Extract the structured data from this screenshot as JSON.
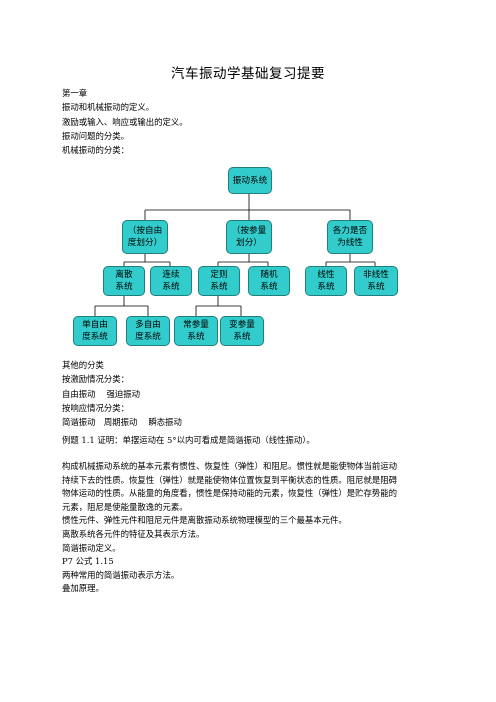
{
  "title": "汽车振动学基础复习提要",
  "intro": [
    "第一章",
    "振动和机械振动的定义。",
    "激励或输入、响应或输出的定义。",
    "振动问题的分类。",
    "机械振动的分类："
  ],
  "diagram": {
    "root": "振动系统",
    "level1": [
      "（按自由\n度划分）",
      "（按参量\n划分）",
      "各力是否\n为线性"
    ],
    "level2": [
      "离散\n系统",
      "连续\n系统",
      "定则\n系统",
      "随机\n系统",
      "线性\n系统",
      "非线性\n系统"
    ],
    "level3": [
      "单自由\n度系统",
      "多自由\n度系统",
      "常参量\n系统",
      "变参量\n系统"
    ]
  },
  "other": [
    "其他的分类",
    "按激励情况分类：",
    "自由振动　 强迫振动",
    "按响应情况分类：",
    "简谐振动　周期振动　 瞬态振动"
  ],
  "example": "例题 1.1  证明：单摆运动在 5°以内可看成是简谐振动（线性振动）。",
  "para": [
    "构成机械振动系统的基本元素有惯性、恢复性（弹性）和阻尼。惯性就是能使物体当前运动",
    "持续下去的性质。恢复性（弹性）就是能使物体位置恢复到平衡状态的性质。阻尼就是阻碍",
    "物体运动的性质。从能量的角度看，惯性是保持动能的元素，恢复性（弹性）是贮存势能的",
    "元素，阻尼是使能量散逸的元素。",
    "惯性元件、弹性元件和阻尼元件是离散振动系统物理模型的三个最基本元件。",
    "离散系统各元件的特征及其表示方法。",
    "简谐振动定义。",
    "P7  公式 1.15",
    "两种常用的简谐振动表示方法。",
    "叠加原理。"
  ]
}
